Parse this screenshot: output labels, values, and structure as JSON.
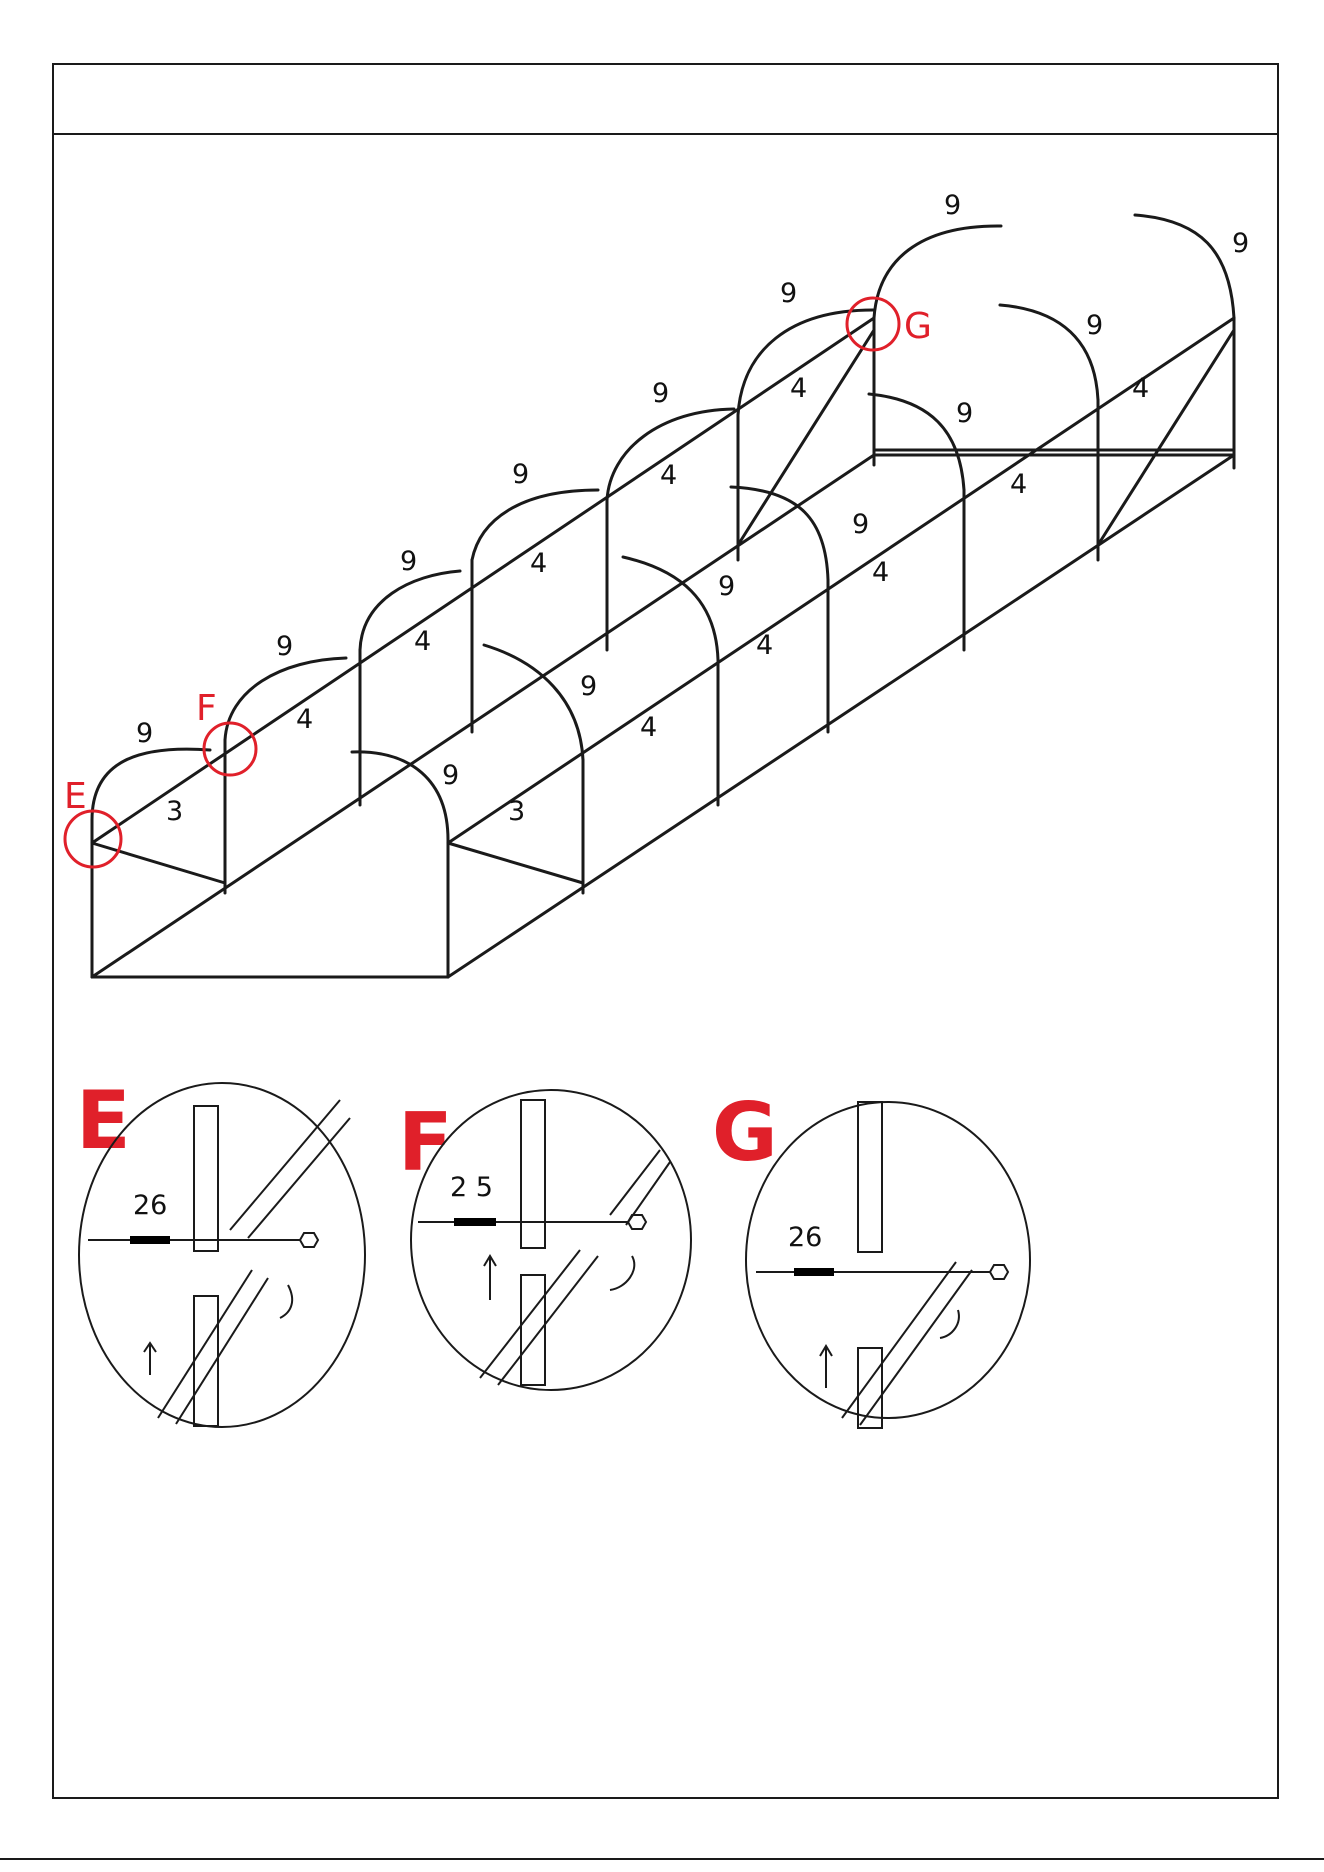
{
  "overview": {
    "callouts": [
      {
        "letter": "E",
        "color": "#e0202a"
      },
      {
        "letter": "F",
        "color": "#e0202a"
      },
      {
        "letter": "G",
        "color": "#e0202a"
      }
    ],
    "part_numbers": [
      "9",
      "9",
      "9",
      "9",
      "9",
      "9",
      "9",
      "9",
      "9",
      "9",
      "9",
      "9",
      "9",
      "9",
      "4",
      "4",
      "4",
      "4",
      "4",
      "4",
      "4",
      "4",
      "4",
      "4",
      "3",
      "3"
    ]
  },
  "details": [
    {
      "letter": "E",
      "bolt_number": "26"
    },
    {
      "letter": "F",
      "bolt_number": "2 5"
    },
    {
      "letter": "G",
      "bolt_number": "26"
    }
  ],
  "colors": {
    "line": "#1a1a1a",
    "accent": "#e0202a",
    "bolt_mark": "#000000"
  }
}
